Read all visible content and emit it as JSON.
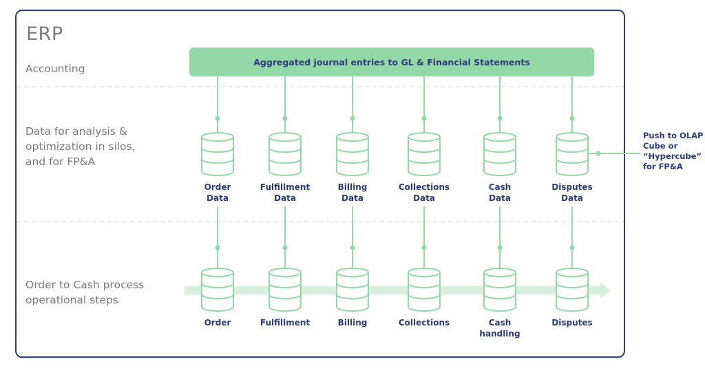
{
  "diagram": {
    "title": "ERP",
    "rows": [
      {
        "label": "Accounting"
      },
      {
        "label": "Data for analysis &\noptimization in silos,\nand for FP&A"
      },
      {
        "label": "Order to Cash process\noperational steps"
      }
    ],
    "banner": {
      "label": "Aggregated journal entries to GL & Financial Statements"
    },
    "data_nodes": [
      {
        "label": "Order\nData"
      },
      {
        "label": "Fulfillment\nData"
      },
      {
        "label": "Billing\nData"
      },
      {
        "label": "Collections\nData"
      },
      {
        "label": "Cash\nData"
      },
      {
        "label": "Disputes\nData"
      }
    ],
    "process_nodes": [
      {
        "label": "Order"
      },
      {
        "label": "Fulfillment"
      },
      {
        "label": "Billing"
      },
      {
        "label": "Collections"
      },
      {
        "label": "Cash\nhandling"
      },
      {
        "label": "Disputes"
      }
    ],
    "side_note": {
      "label": "Push to OLAP\nCube or\n“Hypercube”\nfor FP&A"
    },
    "colors": {
      "frame": "#2b3a7a",
      "banner_fill": "#93d8a6",
      "cylinder_stroke": "#93d8a6",
      "flow_arrow": "#d7f0dd",
      "label_text": "#2b3a7a",
      "row_label_text": "#7a7a7a",
      "divider": "#dddddd"
    }
  }
}
